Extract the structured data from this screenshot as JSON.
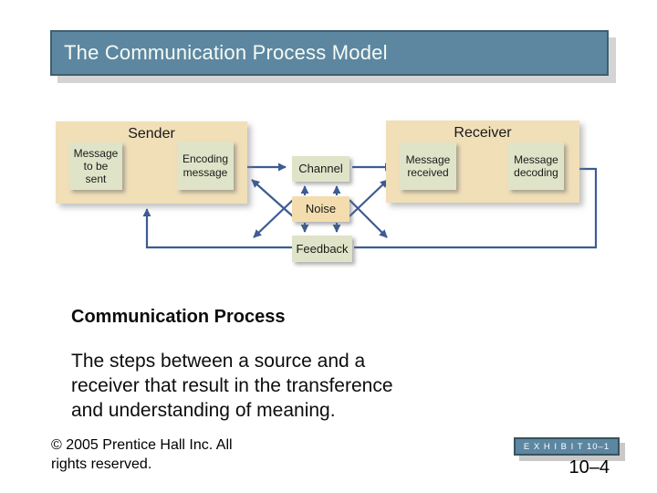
{
  "colors": {
    "title_bar_fill": "#5d87a1",
    "title_bar_border": "#3f5f6f",
    "arrow_blue": "#3d5c92",
    "group_box_fill": "#f1dfb8",
    "node_green_fill": "#dfe4c8",
    "noise_fill": "#f3ddae",
    "shadow_gray": "#d4d4d4"
  },
  "title_bar": {
    "title": "The Communication Process Model"
  },
  "diagram": {
    "sender_label": "Sender",
    "receiver_label": "Receiver",
    "nodes": {
      "message_to_be_sent": [
        "Message",
        "to be",
        "sent"
      ],
      "encoding_message": [
        "Encoding",
        "message"
      ],
      "channel": [
        "Channel"
      ],
      "noise": [
        "Noise"
      ],
      "feedback": [
        "Feedback"
      ],
      "message_received": [
        "Message",
        "received"
      ],
      "message_decoding": [
        "Message",
        "decoding"
      ]
    }
  },
  "definition": {
    "heading": "Communication Process",
    "lines": [
      "The steps between a source and a",
      "receiver that result in the transference",
      "and understanding of meaning."
    ]
  },
  "footer": {
    "copyright_lines": [
      "© 2005 Prentice Hall Inc. All",
      "rights reserved."
    ],
    "exhibit_label": "E X H I B I T 10–1",
    "page_number": "10–4"
  }
}
